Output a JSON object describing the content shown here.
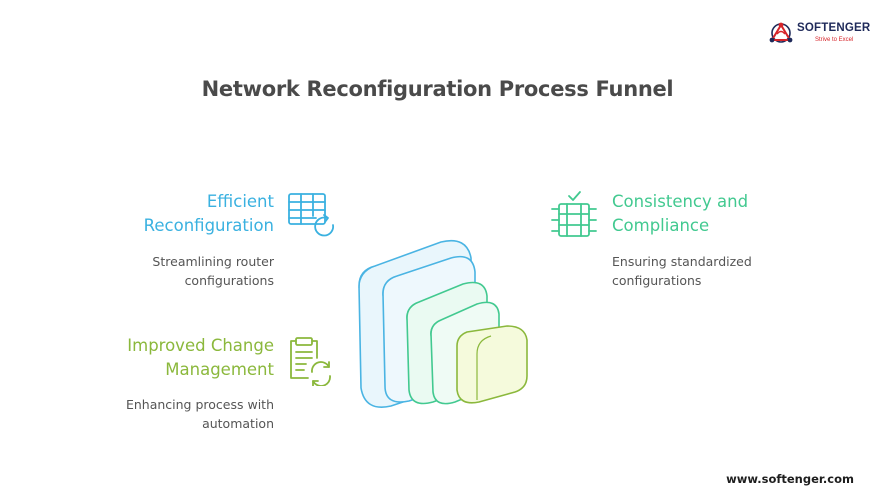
{
  "logo": {
    "brand": "SOFTENGER",
    "tagline": "Strive to Excel",
    "colors": {
      "navy": "#1f2a5a",
      "red": "#d6242a"
    }
  },
  "title": "Network Reconfiguration Process Funnel",
  "stages": {
    "efficient": {
      "heading_lines": [
        "Efficient",
        "Reconfiguration"
      ],
      "desc_lines": [
        "Streamlining router",
        "configurations"
      ],
      "color": "#3ab1e0",
      "icon": "table-refresh-icon"
    },
    "improved": {
      "heading_lines": [
        "Improved Change",
        "Management"
      ],
      "desc_lines": [
        "Enhancing process with",
        "automation"
      ],
      "color": "#8bb83c",
      "icon": "clipboard-cycle-icon"
    },
    "consistency": {
      "heading_lines": [
        "Consistency and",
        "Compliance"
      ],
      "desc_lines": [
        "Ensuring standardized",
        "configurations"
      ],
      "color": "#42c990",
      "icon": "server-check-icon"
    }
  },
  "funnel_layers": [
    {
      "name": "outer",
      "stroke": "#4ab4e3",
      "fill": "#e9f6fc"
    },
    {
      "name": "second",
      "stroke": "#4ab4e3",
      "fill": "#eef8fd"
    },
    {
      "name": "third",
      "stroke": "#42c990",
      "fill": "#eafaf2"
    },
    {
      "name": "fourth",
      "stroke": "#42c990",
      "fill": "#effbf5"
    },
    {
      "name": "inner",
      "stroke": "#8bb83c",
      "fill": "#f5fadc"
    }
  ],
  "footer": {
    "url": "www.softenger.com"
  }
}
